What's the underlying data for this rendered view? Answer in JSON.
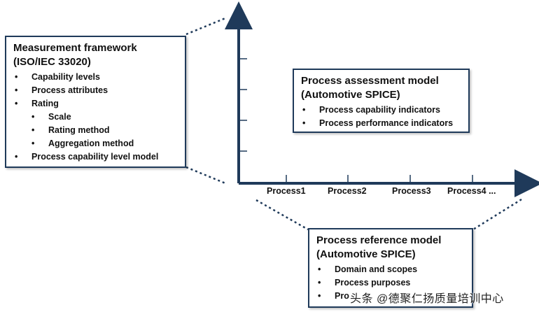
{
  "measurement_framework": {
    "title_line1": "Measurement framework",
    "title_line2": "(ISO/IEC 33020)",
    "items": [
      "Capability levels",
      "Process attributes",
      "Rating"
    ],
    "sub_items": [
      "Scale",
      "Rating method",
      "Aggregation method"
    ],
    "last_item": "Process capability level model"
  },
  "assessment_model": {
    "title_line1": "Process assessment model",
    "title_line2": "(Automotive SPICE)",
    "items": [
      "Process capability indicators",
      "Process performance indicators"
    ]
  },
  "reference_model": {
    "title_line1": "Process reference model",
    "title_line2": "(Automotive SPICE)",
    "items": [
      "Domain and scopes",
      "Process purposes",
      "Pro"
    ]
  },
  "x_axis_labels": [
    "Process1",
    "Process2",
    "Process3",
    "Process4 ..."
  ],
  "watermark": "头条 @德聚仁扬质量培训中心",
  "colors": {
    "axis": "#1f3a5a",
    "border": "#1f3a5a"
  }
}
